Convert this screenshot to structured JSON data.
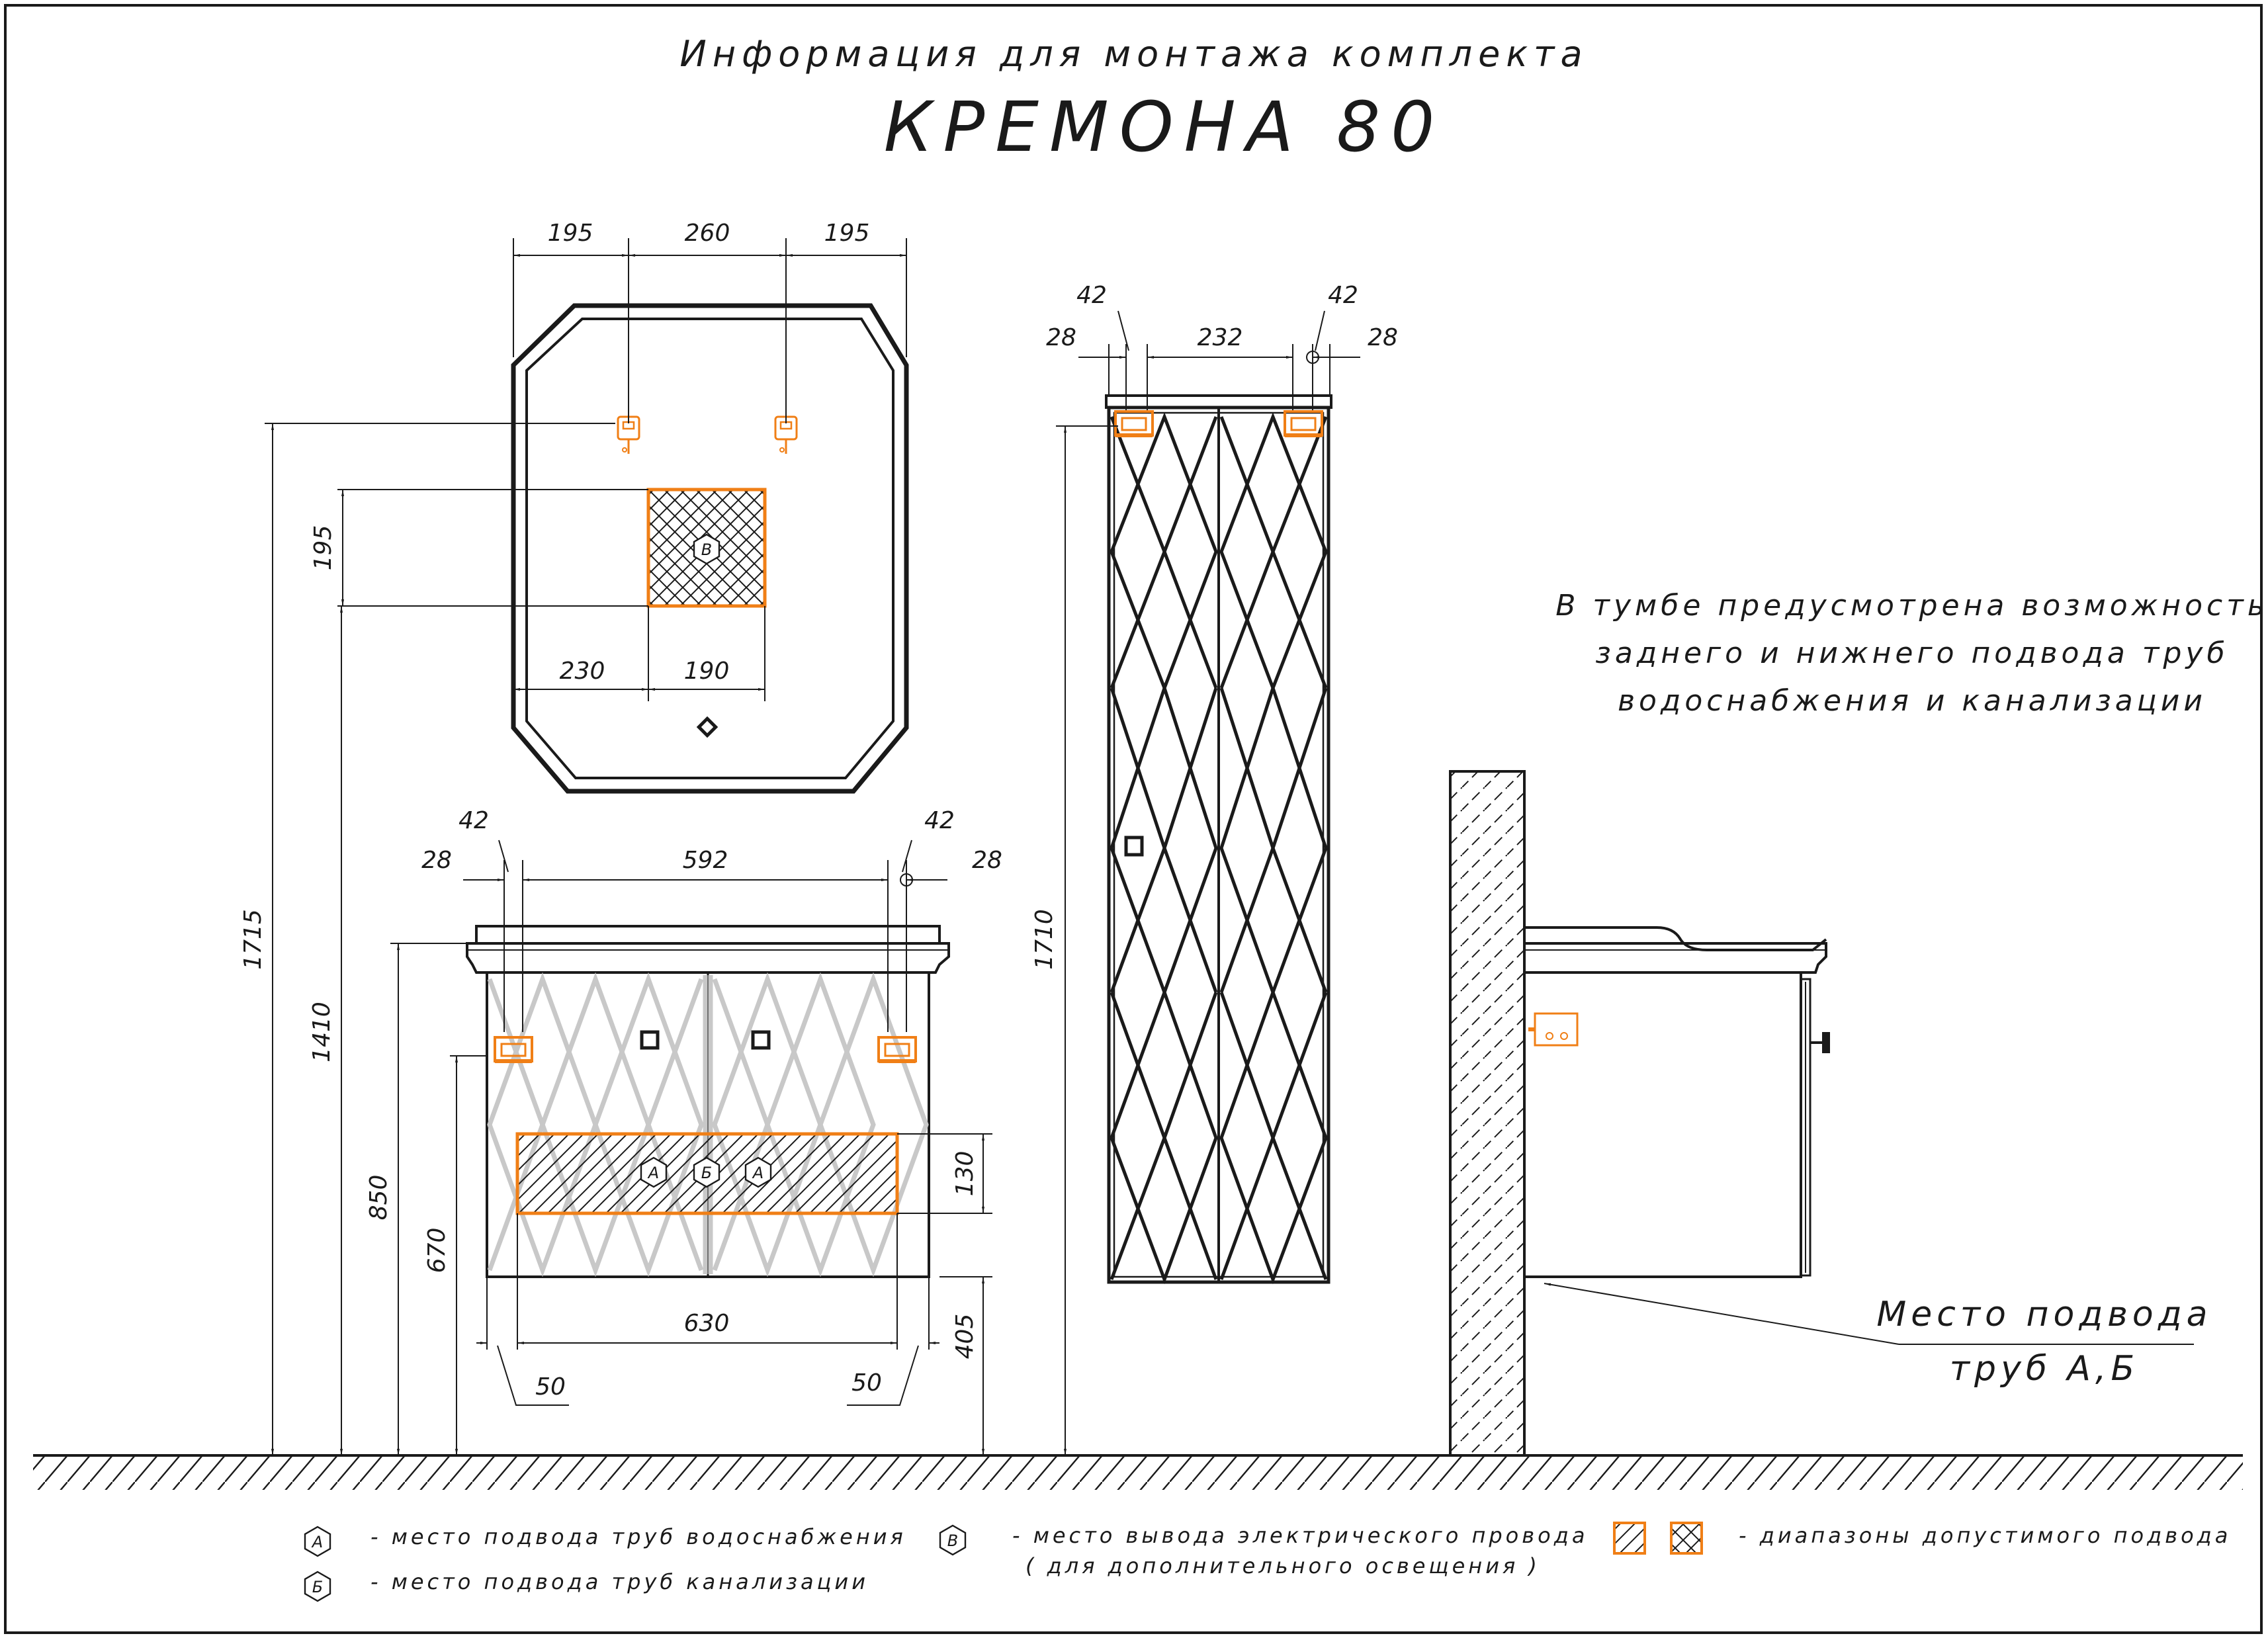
{
  "title": {
    "subtitle": "Информация для монтажа комплекта",
    "main": "КРЕМОНА 80"
  },
  "colors": {
    "accent": "#f07f16",
    "line": "#1a1a1a",
    "ghost": "#c8c8c8"
  },
  "dimensions": {
    "mirror_195_left": "195",
    "mirror_260": "260",
    "mirror_195_right": "195",
    "mirror_socket_195": "195",
    "mirror_230": "230",
    "mirror_190": "190",
    "height_1715": "1715",
    "height_1410": "1410",
    "height_850": "850",
    "height_670": "670",
    "vanity_42_left": "42",
    "vanity_28_left": "28",
    "vanity_592": "592",
    "vanity_42_right": "42",
    "vanity_28_right": "28",
    "vanity_130": "130",
    "vanity_630": "630",
    "vanity_405": "405",
    "vanity_50_left": "50",
    "vanity_50_right": "50",
    "cabinet_42_left": "42",
    "cabinet_28_left": "28",
    "cabinet_232": "232",
    "cabinet_42_right": "42",
    "cabinet_28_right": "28",
    "cabinet_1710": "1710"
  },
  "markers": {
    "water": "А",
    "sewer": "Б",
    "electric": "В"
  },
  "note": [
    "В тумбе предусмотрена возможность",
    "заднего и нижнего подвода труб",
    "водоснабжения и канализации"
  ],
  "side_label": [
    "Место подвода",
    "труб А,Б"
  ],
  "legend": {
    "water": "- место подвода труб водоснабжения",
    "sewer": "- место подвода труб канализации",
    "electric_line1": "- место вывода электрического провода",
    "electric_line2": "( для дополнительного освещения )",
    "ranges": "- диапазоны допустимого подвода"
  }
}
